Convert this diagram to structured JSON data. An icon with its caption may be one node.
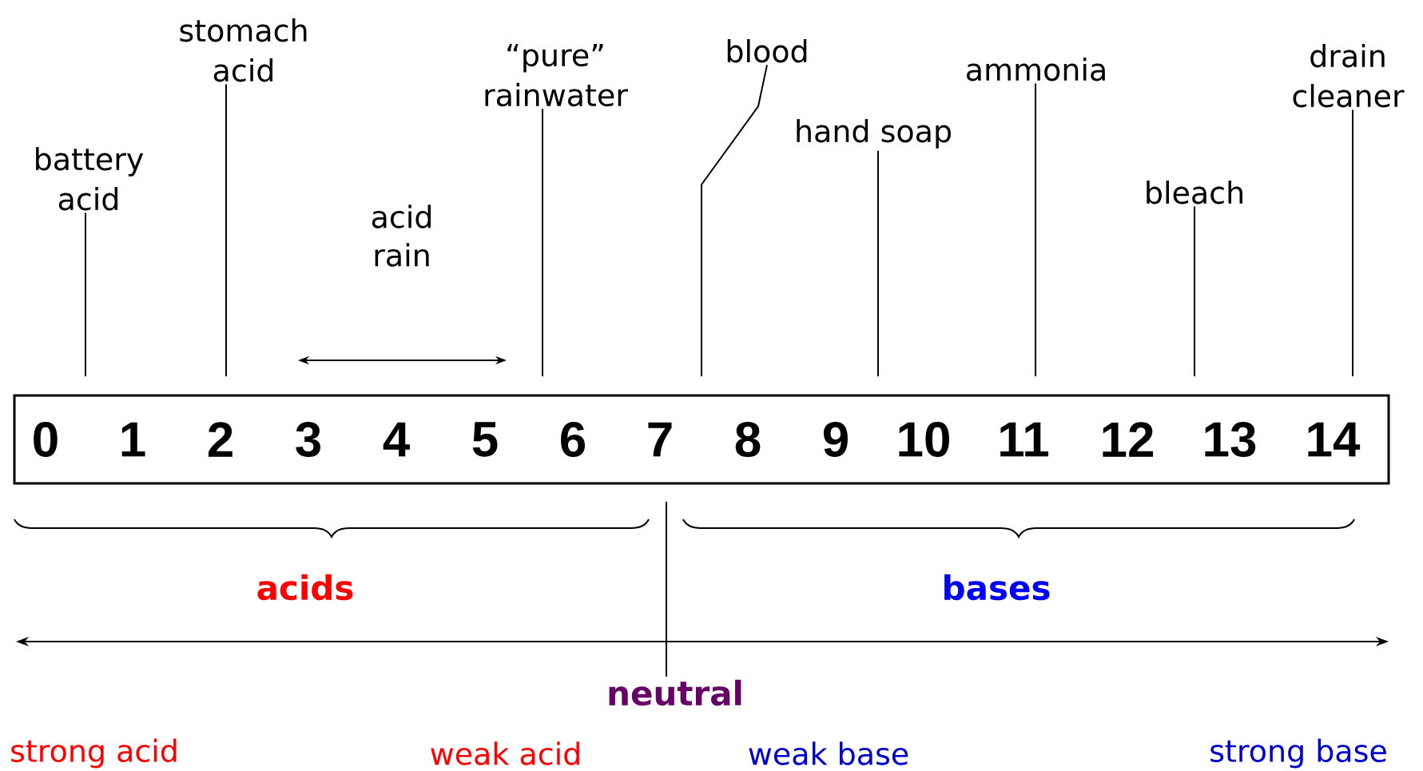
{
  "diagram": {
    "nodes": [
      {
        "text": [
          "battery acid"
        ]
      },
      {
        "text": [
          "stomach acid"
        ]
      },
      {
        "text": [
          "“pure” rainwater"
        ]
      },
      {
        "text": [
          "blood"
        ]
      },
      {
        "text": [
          "hand soap"
        ]
      },
      {
        "text": [
          "ammonia"
        ]
      },
      {
        "text": [
          "bleach"
        ]
      },
      {
        "text": [
          "drain cleaner"
        ]
      },
      {
        "text": [
          "0",
          "1",
          "2",
          "3",
          "4",
          "5",
          "6",
          "7",
          "8",
          "9",
          "10",
          "11",
          "12",
          "13",
          "14"
        ]
      },
      {
        "text": [
          "neutral"
        ]
      }
    ],
    "edges": [
      {
        "from": 0,
        "to": null,
        "arrow": "none"
      },
      {
        "from": 1,
        "to": null,
        "arrow": "none"
      },
      {
        "from": 2,
        "to": null,
        "arrow": "none"
      },
      {
        "from": 3,
        "to": null,
        "arrow": "none"
      },
      {
        "from": 4,
        "to": null,
        "arrow": "none"
      },
      {
        "from": 5,
        "to": null,
        "arrow": "none"
      },
      {
        "from": 6,
        "to": null,
        "arrow": "none"
      },
      {
        "from": 7,
        "to": null,
        "arrow": "none"
      },
      {
        "from": 9,
        "to": null,
        "arrow": "none"
      }
    ],
    "labels": [
      "acid rain",
      "acids",
      "bases",
      "strong acid",
      "weak acid",
      "weak base",
      "strong base"
    ]
  }
}
